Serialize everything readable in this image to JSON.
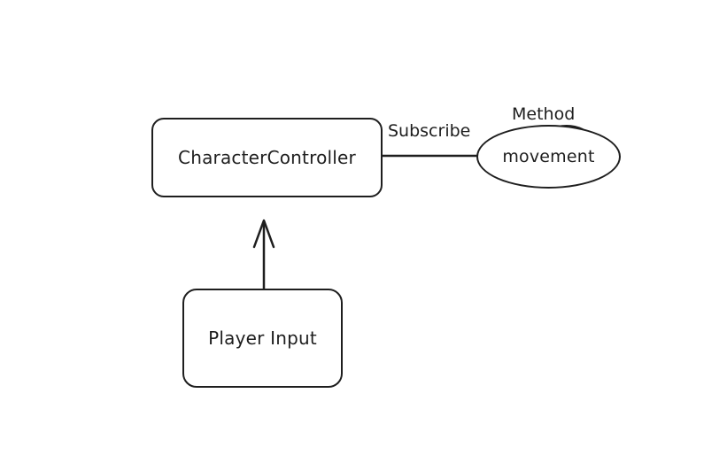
{
  "diagram": {
    "nodes": {
      "character_controller": {
        "label": "CharacterController",
        "shape": "rounded-rectangle"
      },
      "movement": {
        "label": "movement",
        "shape": "ellipse"
      },
      "player_input": {
        "label": "Player Input",
        "shape": "rounded-rectangle"
      }
    },
    "edges": [
      {
        "from": "player_input",
        "to": "character_controller",
        "style": "arrow",
        "label": ""
      },
      {
        "from": "character_controller",
        "to": "movement",
        "style": "line",
        "label": "Subscribe"
      }
    ],
    "annotations": {
      "method_label": "Method"
    },
    "colors": {
      "stroke": "#1e1e1e",
      "background": "#ffffff"
    }
  }
}
